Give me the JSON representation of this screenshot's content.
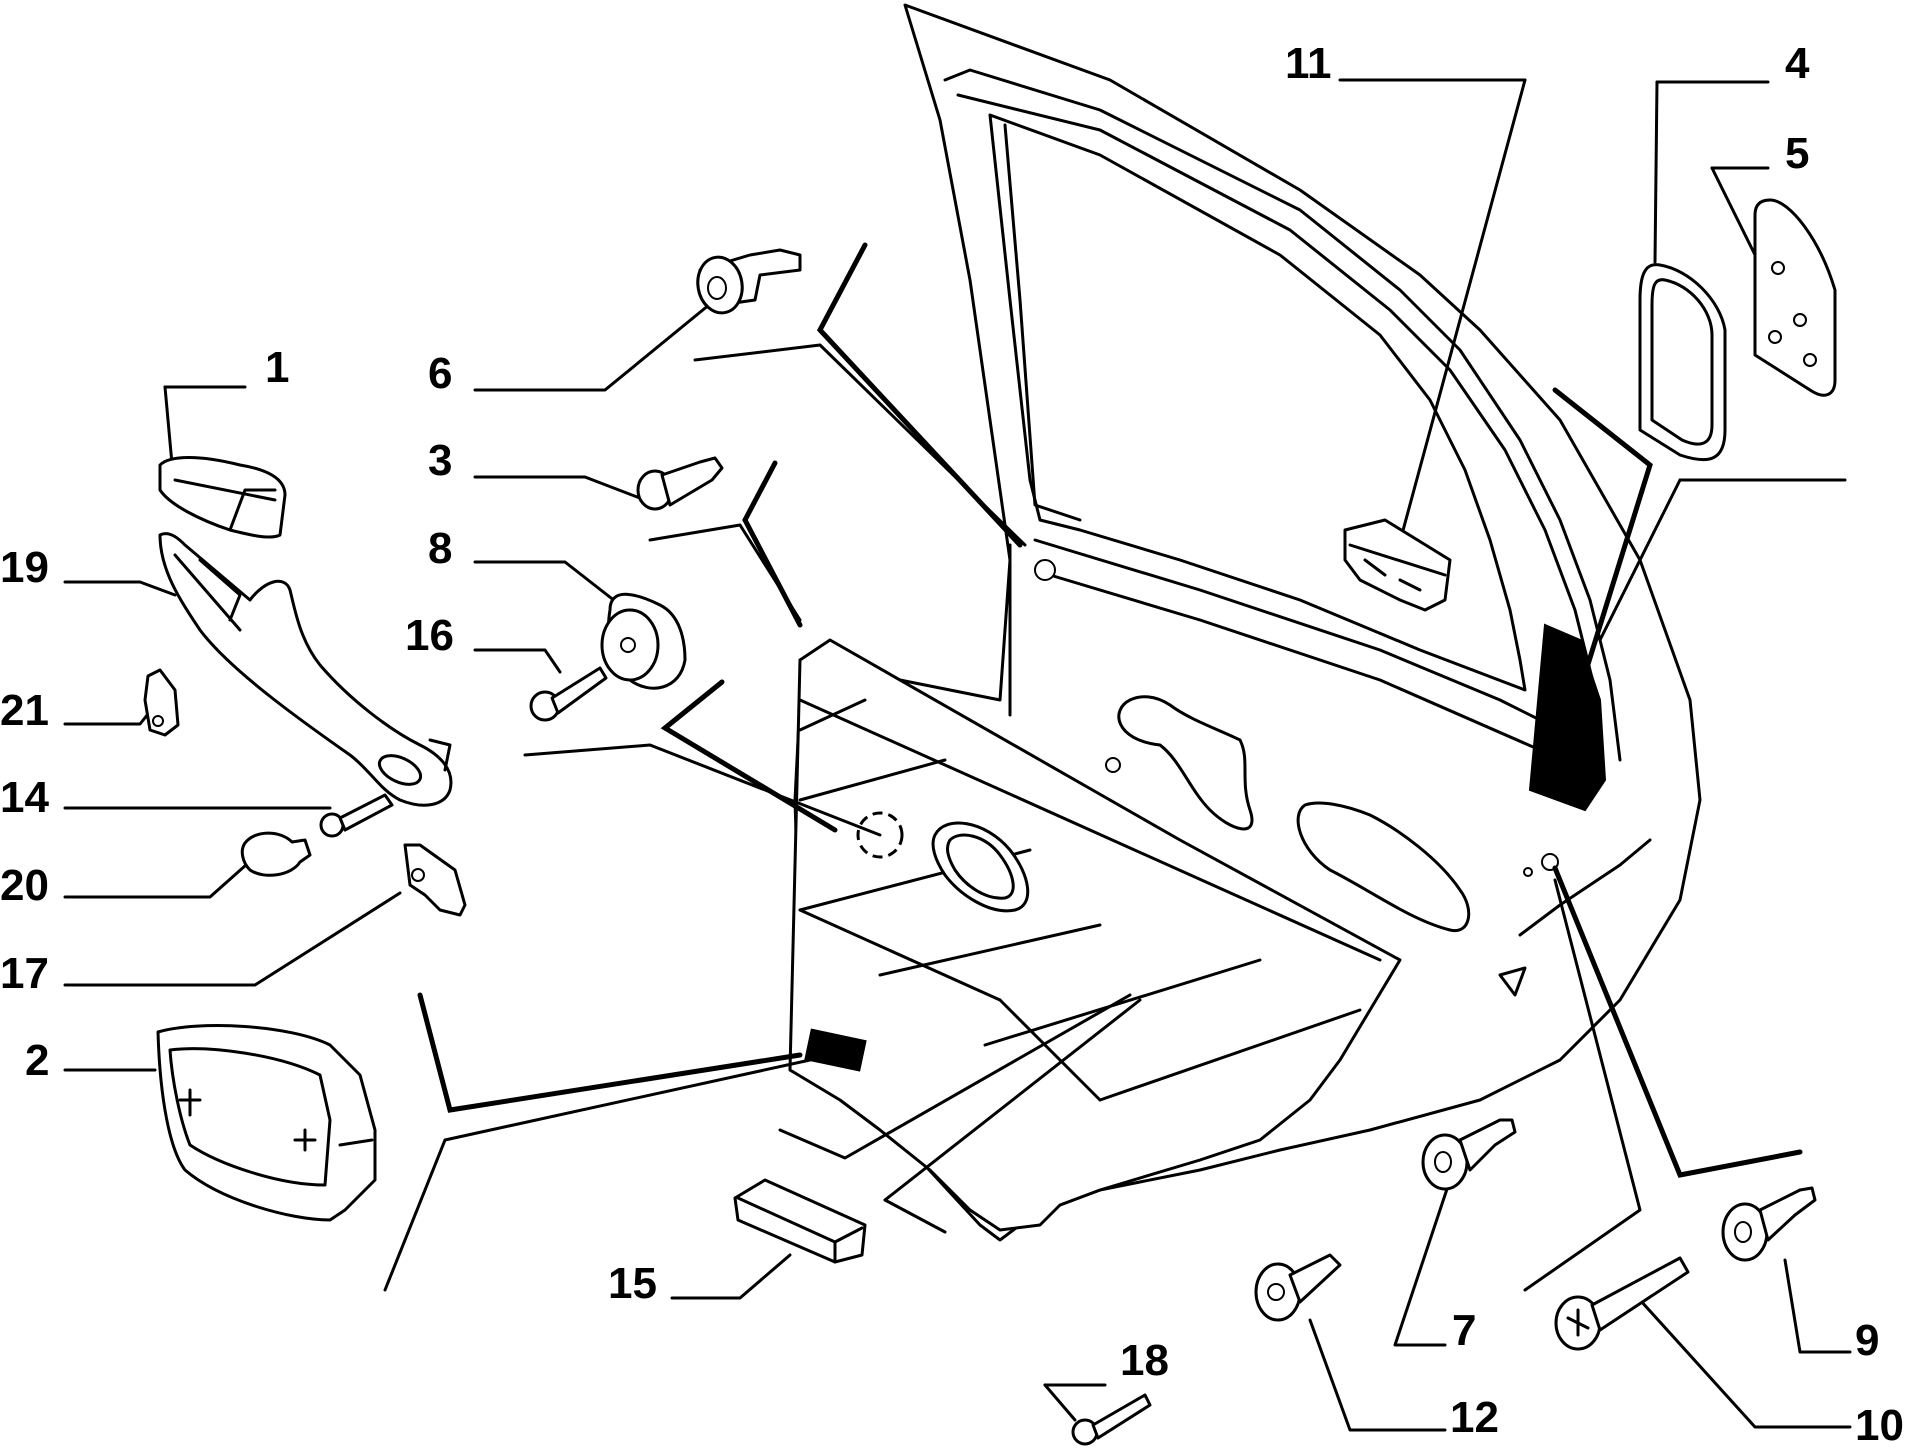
{
  "diagram": {
    "colors": {
      "line": "#000000",
      "background": "#ffffff"
    },
    "labels": {
      "p1": "1",
      "p2": "2",
      "p3": "3",
      "p4": "4",
      "p5": "5",
      "p6": "6",
      "p7": "7",
      "p8": "8",
      "p9": "9",
      "p10": "10",
      "p11": "11",
      "p12": "12",
      "p14": "14",
      "p15": "15",
      "p16": "16",
      "p17": "17",
      "p18": "18",
      "p19": "19",
      "p20": "20",
      "p21": "21"
    }
  }
}
